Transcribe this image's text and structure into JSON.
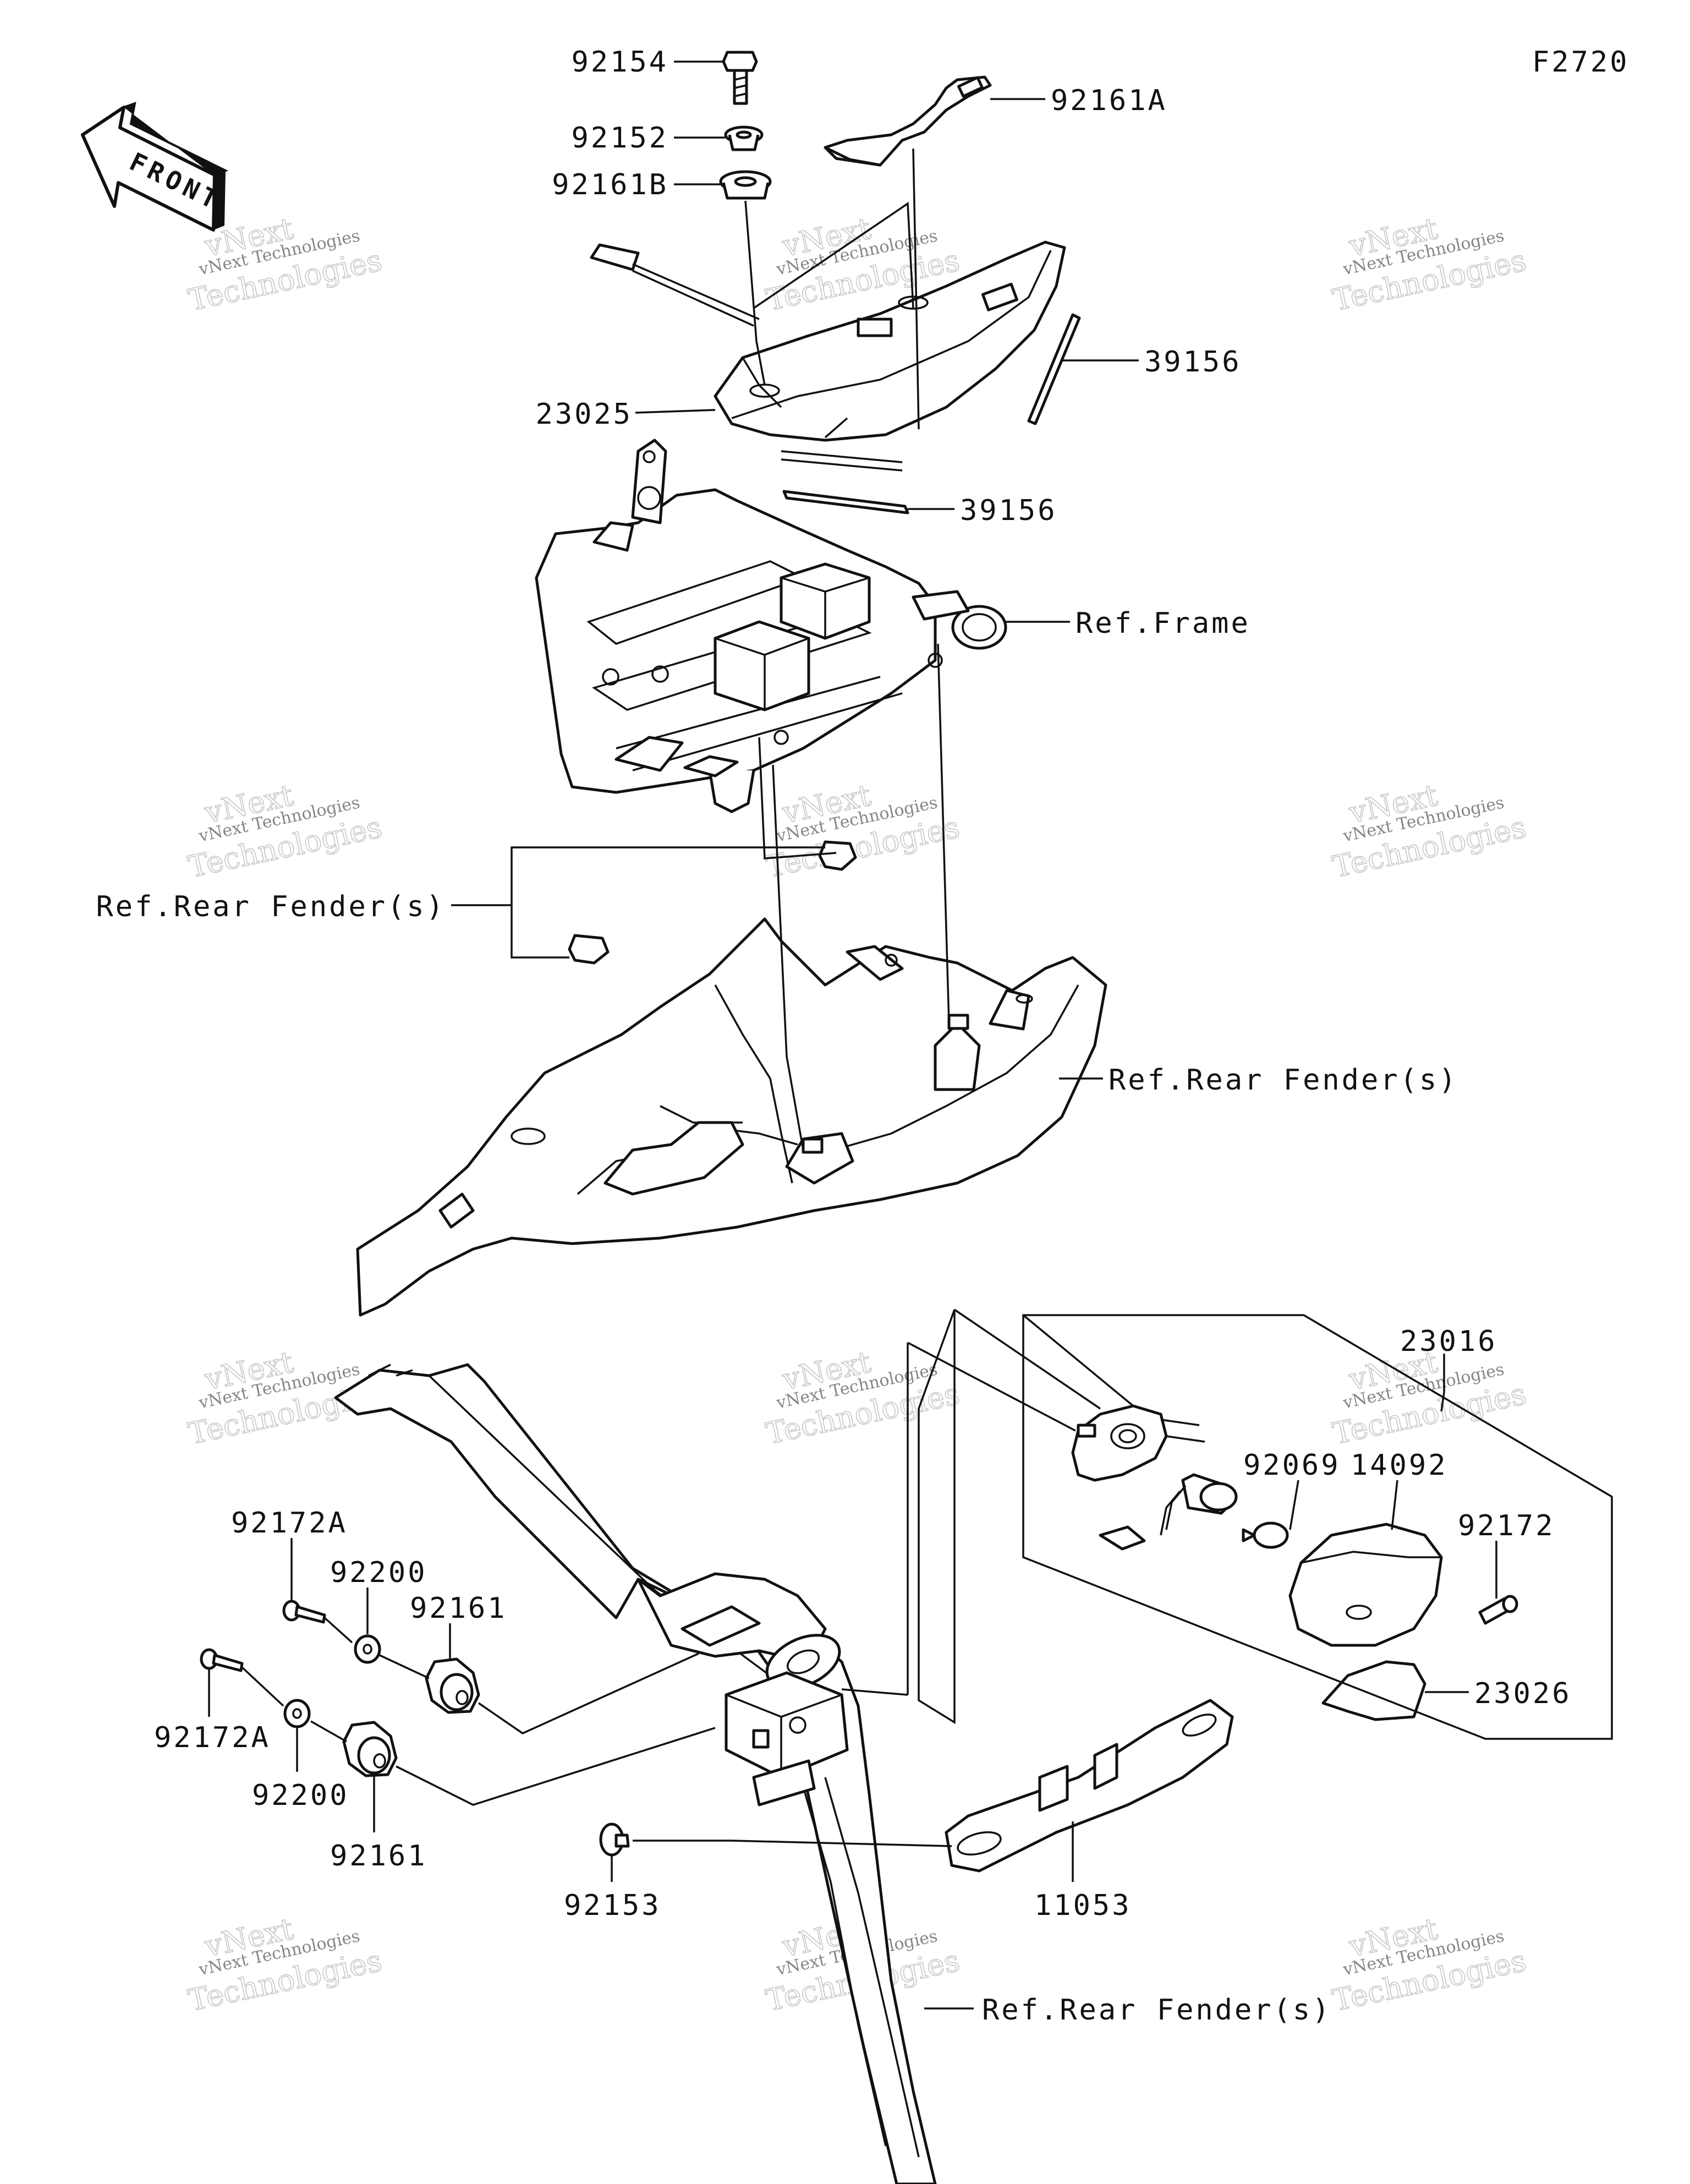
{
  "diagram": {
    "code": "F2720",
    "front_label": "FRONT",
    "labels": {
      "p92154": "92154",
      "p92161A": "92161A",
      "p92152": "92152",
      "p92161B": "92161B",
      "p39156a": "39156",
      "p23025": "23025",
      "p39156b": "39156",
      "ref_frame": "Ref.Frame",
      "ref_rear_fender_1": "Ref.Rear Fender(s)",
      "ref_rear_fender_2": "Ref.Rear Fender(s)",
      "p23016": "23016",
      "p92069": "92069",
      "p14092": "14092",
      "p92172": "92172",
      "p23026": "23026",
      "p92172A_1": "92172A",
      "p92200_1": "92200",
      "p92161_1": "92161",
      "p92172A_2": "92172A",
      "p92200_2": "92200",
      "p92161_2": "92161",
      "p92153": "92153",
      "p11053": "11053",
      "ref_rear_fender_3": "Ref.Rear Fender(s)"
    }
  },
  "watermark": {
    "line1": "vNext Technologies",
    "line2": "Technologies",
    "line3": "vNext"
  }
}
